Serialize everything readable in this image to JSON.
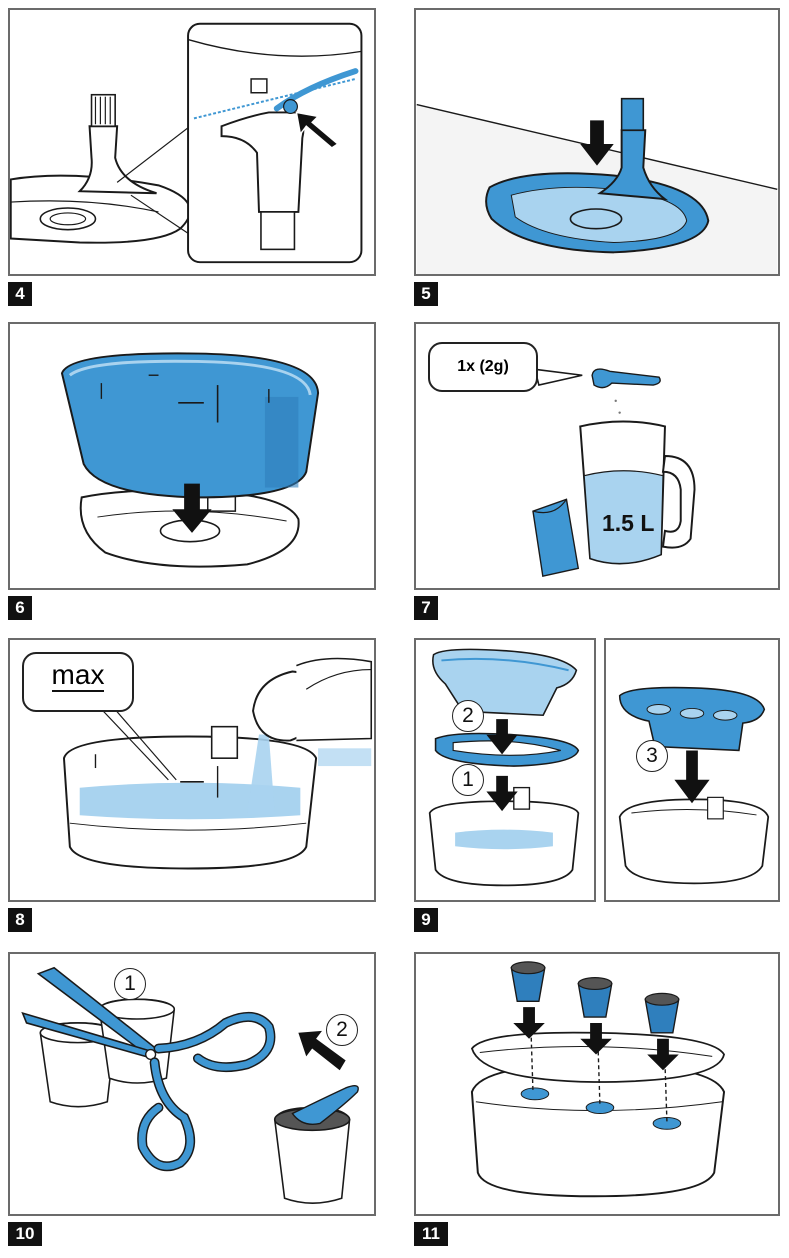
{
  "steps": [
    {
      "number": "4"
    },
    {
      "number": "5"
    },
    {
      "number": "6"
    },
    {
      "number": "7"
    },
    {
      "number": "8"
    },
    {
      "number": "9"
    },
    {
      "number": "10"
    },
    {
      "number": "11"
    }
  ],
  "step7": {
    "dose_label": "1x (2g)",
    "volume_label": "1.5 L"
  },
  "step8": {
    "max_label": "max"
  },
  "step9": {
    "order_1": "1",
    "order_2": "2",
    "order_3": "3"
  },
  "step10": {
    "order_1": "1",
    "order_2": "2"
  },
  "colors": {
    "accent_blue": "#3f97d3",
    "light_blue": "#a9d3ef",
    "outline": "#1a1a1a",
    "frame": "#6b6b6b",
    "badge": "#111111"
  }
}
